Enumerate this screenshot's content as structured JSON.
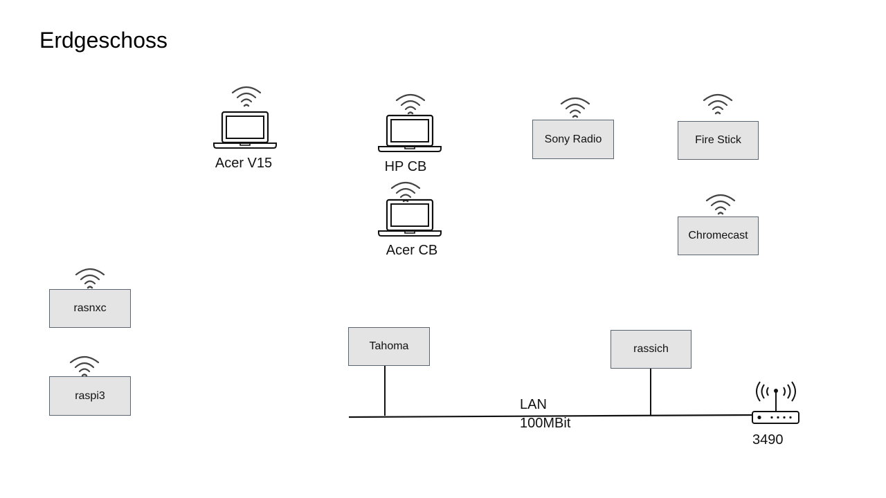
{
  "title": "Erdgeschoss",
  "laptops": [
    {
      "id": "acer-v15",
      "label": "Acer V15"
    },
    {
      "id": "hp-cb",
      "label": "HP CB"
    },
    {
      "id": "acer-cb",
      "label": "Acer CB"
    }
  ],
  "wifi_devices": [
    {
      "id": "sony-radio",
      "label": "Sony Radio"
    },
    {
      "id": "fire-stick",
      "label": "Fire Stick"
    },
    {
      "id": "chromecast",
      "label": "Chromecast"
    },
    {
      "id": "rasnxc",
      "label": "rasnxc"
    },
    {
      "id": "raspi3",
      "label": "raspi3"
    }
  ],
  "lan_devices": [
    {
      "id": "tahoma",
      "label": "Tahoma"
    },
    {
      "id": "rassich",
      "label": "rassich"
    }
  ],
  "lan": {
    "label": "LAN",
    "speed": "100MBit"
  },
  "router": {
    "label": "3490"
  },
  "icons": {
    "wifi": "wifi-icon",
    "laptop": "laptop-icon",
    "router": "router-icon"
  }
}
